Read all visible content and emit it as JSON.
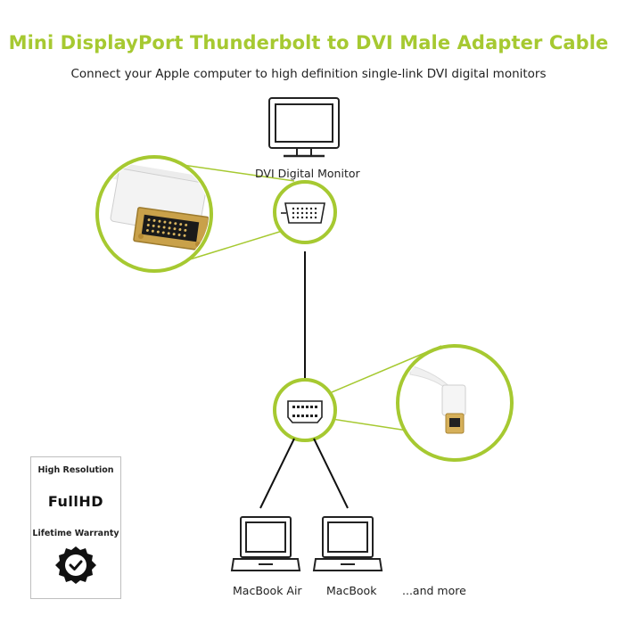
{
  "header": {
    "title": "Mini DisplayPort Thunderbolt to DVI Male Adapter Cable",
    "subtitle": "Connect your Apple computer to high definition single-link DVI digital monitors"
  },
  "monitor": {
    "label": "DVI Digital Monitor"
  },
  "computers": {
    "macbook_air": "MacBook Air",
    "macbook": "MacBook",
    "more": "...and more"
  },
  "badges": {
    "high_resolution": "High Resolution",
    "fullhd": "FullHD",
    "warranty": "Lifetime Warranty"
  },
  "colors": {
    "accent": "#a6c931",
    "line": "#111111",
    "icon": "#222222"
  }
}
